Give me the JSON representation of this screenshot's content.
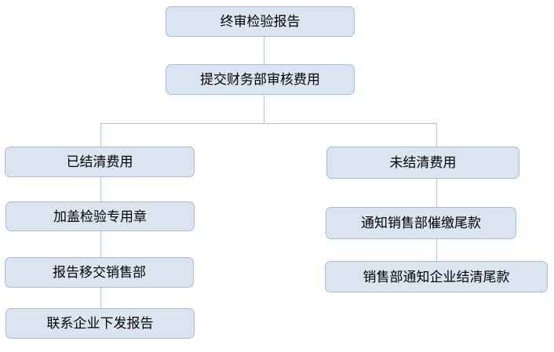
{
  "diagram": {
    "type": "flowchart",
    "nodes": {
      "final_report": {
        "label": "终审检验报告"
      },
      "submit_finance": {
        "label": "提交财务部审核费用"
      },
      "settled": {
        "label": "已结清费用"
      },
      "stamp": {
        "label": "加盖检验专用章"
      },
      "transfer_sales": {
        "label": "报告移交销售部"
      },
      "contact_issue": {
        "label": "联系企业下发报告"
      },
      "unsettled": {
        "label": "未结清费用"
      },
      "notify_sales": {
        "label": "通知销售部催缴尾款"
      },
      "sales_notify": {
        "label": "销售部通知企业结清尾款"
      }
    },
    "edges": [
      {
        "from": "final_report",
        "to": "submit_finance"
      },
      {
        "from": "submit_finance",
        "to": "settled"
      },
      {
        "from": "submit_finance",
        "to": "unsettled"
      },
      {
        "from": "settled",
        "to": "stamp"
      },
      {
        "from": "stamp",
        "to": "transfer_sales"
      },
      {
        "from": "transfer_sales",
        "to": "contact_issue"
      },
      {
        "from": "unsettled",
        "to": "notify_sales"
      },
      {
        "from": "notify_sales",
        "to": "sales_notify"
      }
    ],
    "colors": {
      "node_fill": "#dbe5f1",
      "node_border": "#a3bcd9",
      "connector": "#afc6e0",
      "text": "#000000",
      "background": "#ffffff"
    }
  }
}
